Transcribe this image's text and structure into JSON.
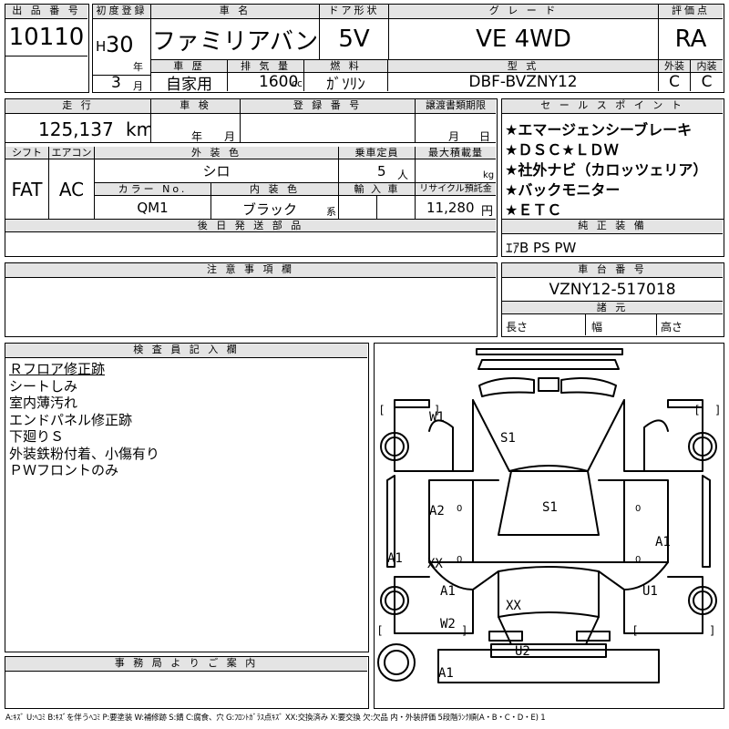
{
  "vehicle": {
    "lot_header": "出 品 番 号",
    "lot_no": "10110",
    "first_reg_header": "初度登録",
    "era": "H",
    "year": "30",
    "year_unit": "年",
    "month": "3",
    "month_unit": "月",
    "name_header": "車 名",
    "name": "ファミリアバン",
    "door_header": "ドア形状",
    "doors": "5V",
    "grade_header": "グ レ ー ド",
    "grade": "VE 4WD",
    "score_header": "評価点",
    "score": "RA",
    "history_header": "車 歴",
    "history": "自家用",
    "displacement_header": "排 気 量",
    "displacement": "1600",
    "displacement_unit": "cc",
    "fuel_header": "燃 料",
    "fuel": "ｶﾞｿﾘﾝ",
    "model_header": "型 式",
    "model": "DBF-BVZNY12",
    "exterior_header": "外装",
    "exterior_grade": "C",
    "interior_header": "内装",
    "interior_grade": "C"
  },
  "row2": {
    "mileage_header": "走 行",
    "mileage": "125,137",
    "mileage_unit": "km",
    "inspection_header": "車 検",
    "insp_year_unit": "年",
    "insp_month_unit": "月",
    "plate_header": "登 録 番 号",
    "plate": "",
    "transfer_header": "譲渡書類期限",
    "transfer_month_unit": "月",
    "transfer_day_unit": "日",
    "shift_header": "シフト",
    "shift": "FAT",
    "ac_header": "エアコン",
    "ac": "AC",
    "color_header": "外 装 色",
    "color": "シロ",
    "capacity_header": "乗車定員",
    "capacity": "5",
    "capacity_unit": "人",
    "load_header": "最大積載量",
    "load": "",
    "load_unit": "kg",
    "colorno_header": "カラー No.",
    "colorno": "QM1",
    "intcolor_header": "内 装 色",
    "intcolor": "ブラック",
    "intcolor_unit": "系",
    "import_header": "輸 入 車",
    "import": "",
    "recycle_header": "リサイクル預託金",
    "recycle": "11,280",
    "recycle_unit": "円"
  },
  "later_parts_header": "後 日 発 送 部 品",
  "later_parts": "",
  "caution_header": "注 意 事 項 欄",
  "sales_points_header": "セ ー ル ス ポ イ ン ト",
  "sales_points": [
    "★エマージェンシーブレーキ",
    "★ＤＳＣ★ＬＤＷ",
    "★社外ナビ（カロッツェリア）",
    "★バックモニター",
    "★ＥＴＣ"
  ],
  "equipment_header": "純 正 装 備",
  "equipment": "ｴｱB PS PW",
  "chassis_header": "車 台 番 号",
  "chassis": "VZNY12-517018",
  "dims_header": "諸 元",
  "dims": {
    "length": "長さ",
    "width": "幅",
    "height": "高さ"
  },
  "inspector_header": "検 査 員 記 入 欄",
  "inspector_notes": [
    "Ｒフロア修正跡",
    "シートしみ",
    "室内薄汚れ",
    "エンドパネル修正跡",
    "下廻りＳ",
    "外装鉄粉付着、小傷有り",
    "ＰＷフロントのみ"
  ],
  "office_header": "事 務 局 よ り ご 案 内",
  "office": "",
  "diagram": {
    "marks": {
      "w1": "W1",
      "s1_top": "S1",
      "a2": "A2",
      "s1_mid": "S1",
      "a1_left": "A1",
      "xx_left": "XX",
      "a1_right": "A1",
      "a1_lower": "A1",
      "u1": "U1",
      "xx_center": "XX",
      "w2": "W2",
      "u2": "U2",
      "a1_bottom": "A1"
    },
    "small_zero": "0",
    "bracket_open": "[",
    "bracket_close": "]"
  },
  "legend": "A:ｷｽﾞ U:ﾍｺﾐ B:ｷｽﾞを伴うﾍｺﾐ P:要塗装 W:補修跡 S:錆 C:腐食、穴 G:ﾌﾛﾝﾄｶﾞﾗｽ点ｷｽﾞ XX:交換済み X:要交換 欠:欠品 内・外装評価 5段階ﾗﾝｸ順(A・B・C・D・E) 1"
}
